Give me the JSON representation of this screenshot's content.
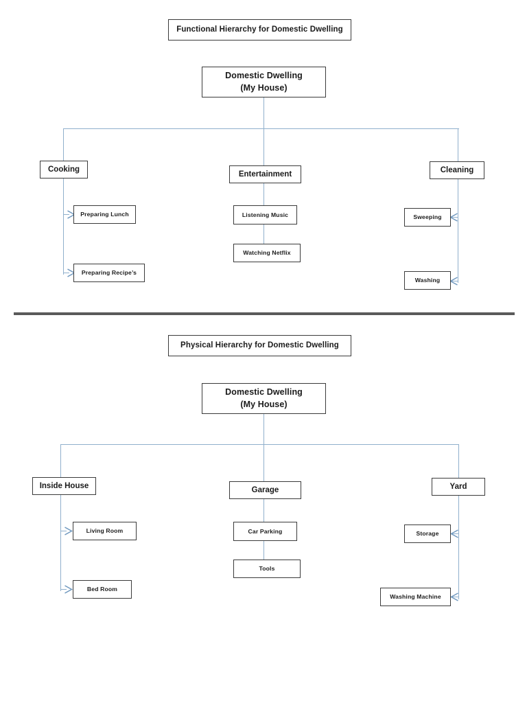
{
  "page": {
    "background": "#ffffff",
    "connector_color": "#8FAFCC",
    "box_border_color": "#3a3a3a",
    "divider_color": "#5a5a5a"
  },
  "diagram_functional": {
    "title": "Functional Hierarchy for Domestic Dwelling",
    "root": {
      "line1": "Domestic Dwelling",
      "line2": "(My House)"
    },
    "branches": [
      {
        "label": "Cooking",
        "children": [
          {
            "label": "Preparing Lunch"
          },
          {
            "label": "Preparing Recipe’s"
          }
        ]
      },
      {
        "label": "Entertainment",
        "children": [
          {
            "label": "Listening Music"
          },
          {
            "label": "Watching Netflix"
          }
        ]
      },
      {
        "label": "Cleaning",
        "children": [
          {
            "label": "Sweeping"
          },
          {
            "label": "Washing"
          }
        ]
      }
    ]
  },
  "diagram_physical": {
    "title": "Physical Hierarchy for Domestic Dwelling",
    "root": {
      "line1": "Domestic Dwelling",
      "line2": "(My House)"
    },
    "branches": [
      {
        "label": "Inside House",
        "children": [
          {
            "label": "Living Room"
          },
          {
            "label": "Bed Room"
          }
        ]
      },
      {
        "label": "Garage",
        "children": [
          {
            "label": "Car Parking"
          },
          {
            "label": "Tools"
          }
        ]
      },
      {
        "label": "Yard",
        "children": [
          {
            "label": "Storage"
          },
          {
            "label": "Washing Machine"
          }
        ]
      }
    ]
  }
}
